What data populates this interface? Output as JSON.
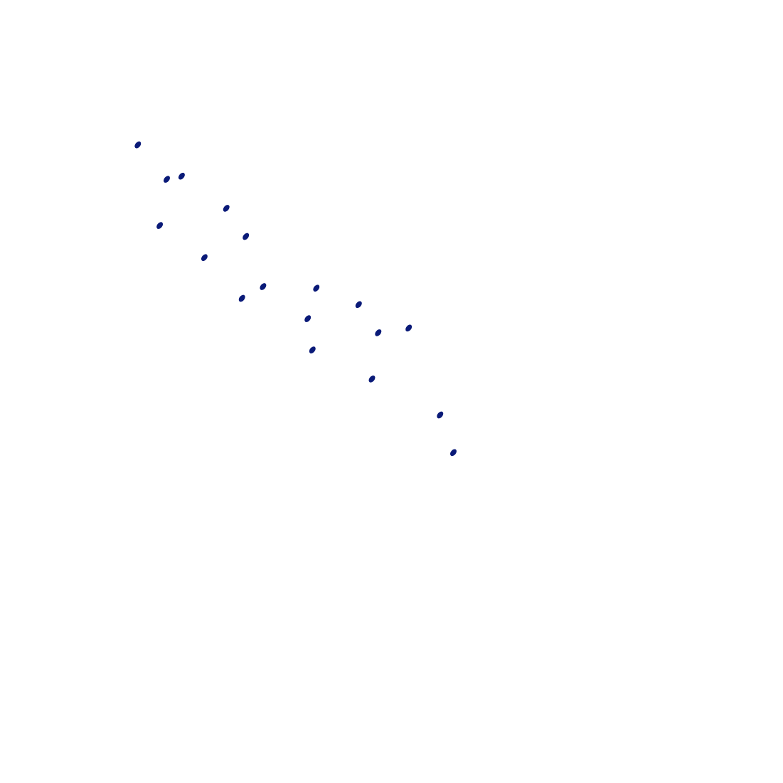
{
  "chart_data": {
    "type": "scatter",
    "title": "",
    "xlabel": "",
    "ylabel": "",
    "grid": false,
    "legend": "none",
    "axes_visible": false,
    "xlim": [
      0,
      1
    ],
    "ylim": [
      0,
      1
    ],
    "series": [
      {
        "color": "#0a1a78",
        "marker": "ellipse",
        "points": [
          {
            "x": 0.176,
            "y": 0.815
          },
          {
            "x": 0.213,
            "y": 0.771
          },
          {
            "x": 0.232,
            "y": 0.775
          },
          {
            "x": 0.204,
            "y": 0.712
          },
          {
            "x": 0.289,
            "y": 0.734
          },
          {
            "x": 0.314,
            "y": 0.698
          },
          {
            "x": 0.261,
            "y": 0.671
          },
          {
            "x": 0.336,
            "y": 0.634
          },
          {
            "x": 0.309,
            "y": 0.619
          },
          {
            "x": 0.404,
            "y": 0.632
          },
          {
            "x": 0.458,
            "y": 0.611
          },
          {
            "x": 0.393,
            "y": 0.593
          },
          {
            "x": 0.483,
            "y": 0.575
          },
          {
            "x": 0.522,
            "y": 0.581
          },
          {
            "x": 0.399,
            "y": 0.553
          },
          {
            "x": 0.475,
            "y": 0.516
          },
          {
            "x": 0.562,
            "y": 0.47
          },
          {
            "x": 0.579,
            "y": 0.422
          }
        ]
      }
    ]
  }
}
